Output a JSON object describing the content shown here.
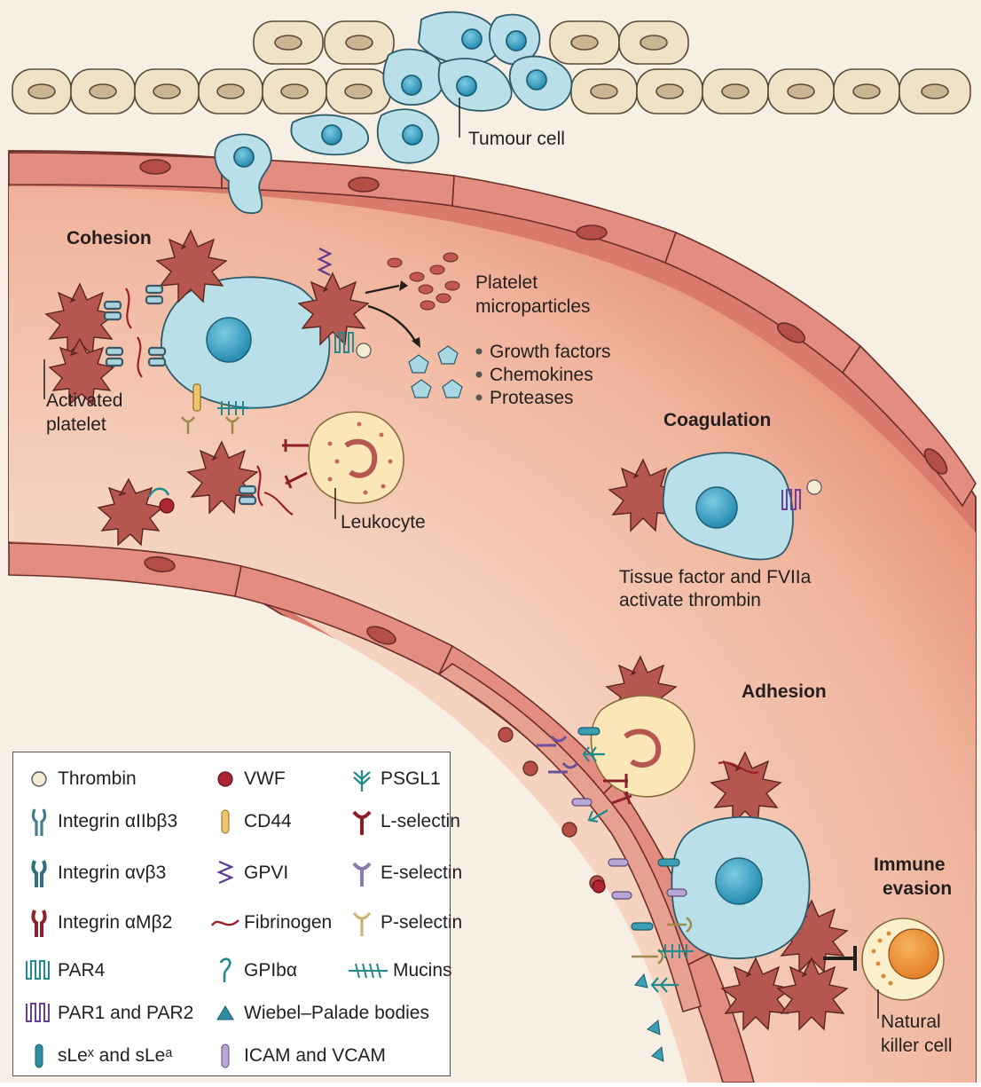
{
  "labels": {
    "tumour_cell": "Tumour cell",
    "cohesion": "Cohesion",
    "activated_platelet_1": "Activated",
    "activated_platelet_2": "platelet",
    "platelet_microparticles_1": "Platelet",
    "platelet_microparticles_2": "microparticles",
    "growth_factors": "Growth factors",
    "chemokines": "Chemokines",
    "proteases": "Proteases",
    "leukocyte": "Leukocyte",
    "coagulation": "Coagulation",
    "coag_caption_1": "Tissue factor and FVIIa",
    "coag_caption_2": "activate thrombin",
    "adhesion": "Adhesion",
    "immune_evasion_1": "Immune",
    "immune_evasion_2": "evasion",
    "nk_cell_1": "Natural",
    "nk_cell_2": "killer cell"
  },
  "legend": {
    "col1": [
      {
        "label": "Thrombin",
        "icon": "thrombin"
      },
      {
        "label": "Integrin αIIbβ3",
        "icon": "integrin-aiib"
      },
      {
        "label": "Integrin αvβ3",
        "icon": "integrin-av"
      },
      {
        "label": "Integrin αMβ2",
        "icon": "integrin-am"
      },
      {
        "label": "PAR4",
        "icon": "par4"
      },
      {
        "label": "PAR1 and PAR2",
        "icon": "par12"
      },
      {
        "label": "sLeˣ and sLeᵃ",
        "icon": "sle"
      }
    ],
    "col2": [
      {
        "label": "VWF",
        "icon": "vwf"
      },
      {
        "label": "CD44",
        "icon": "cd44"
      },
      {
        "label": "GPVI",
        "icon": "gpvi"
      },
      {
        "label": "Fibrinogen",
        "icon": "fibrinogen"
      },
      {
        "label": "GPIbα",
        "icon": "gpib"
      },
      {
        "label": "Wiebel–Palade bodies",
        "icon": "wpb"
      },
      {
        "label": "ICAM and VCAM",
        "icon": "icam"
      }
    ],
    "col3": [
      {
        "label": "PSGL1",
        "icon": "psgl1"
      },
      {
        "label": "L-selectin",
        "icon": "lsel"
      },
      {
        "label": "E-selectin",
        "icon": "esel"
      },
      {
        "label": "P-selectin",
        "icon": "psel"
      },
      {
        "label": "Mucins",
        "icon": "mucins"
      }
    ]
  },
  "colors": {
    "lumen": "#f4c7ad",
    "vessel_wall": "#d9746a",
    "tumour": "#b9dfe8",
    "nucleus": "#3fa3c4",
    "platelet": "#b5564f",
    "leukocyte": "#fbe6b8",
    "stroma": "#f6ede0"
  }
}
